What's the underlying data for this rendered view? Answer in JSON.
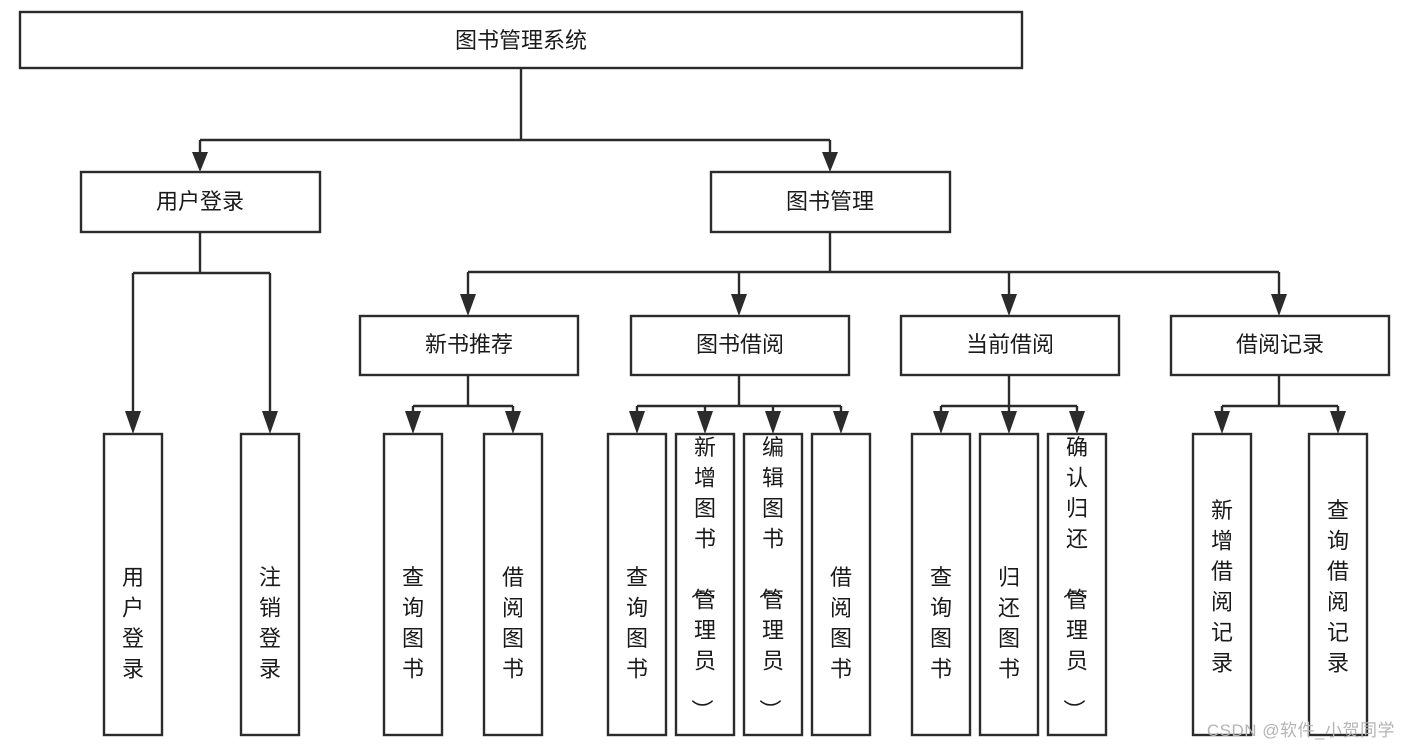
{
  "diagram": {
    "type": "tree-hierarchy-chart",
    "title": "图书管理系统",
    "colors": {
      "background": "#ffffff",
      "box_stroke": "#2b2b2b",
      "box_fill": "#ffffff",
      "text": "#1a1a1a",
      "watermark": "#b4b4b4"
    },
    "root": {
      "label": "图书管理系统"
    },
    "level2": [
      {
        "label": "用户登录"
      },
      {
        "label": "图书管理"
      }
    ],
    "level3": [
      {
        "label": "新书推荐"
      },
      {
        "label": "图书借阅"
      },
      {
        "label": "当前借阅"
      },
      {
        "label": "借阅记录"
      }
    ],
    "leaves": {
      "user_login": [
        {
          "label": "用户登录"
        },
        {
          "label": "注销登录"
        }
      ],
      "new_book_recommend": [
        {
          "label": "查询图书"
        },
        {
          "label": "借阅图书"
        }
      ],
      "book_borrow": [
        {
          "label": "查询图书"
        },
        {
          "label": "新增图书（管理员）"
        },
        {
          "label": "编辑图书（管理员）"
        },
        {
          "label": "借阅图书"
        }
      ],
      "current_borrow": [
        {
          "label": "查询图书"
        },
        {
          "label": "归还图书"
        },
        {
          "label": "确认归还（管理员）"
        }
      ],
      "borrow_record": [
        {
          "label": "新增借阅记录"
        },
        {
          "label": "查询借阅记录"
        }
      ]
    },
    "watermark": "CSDN @软件_小贺同学"
  }
}
